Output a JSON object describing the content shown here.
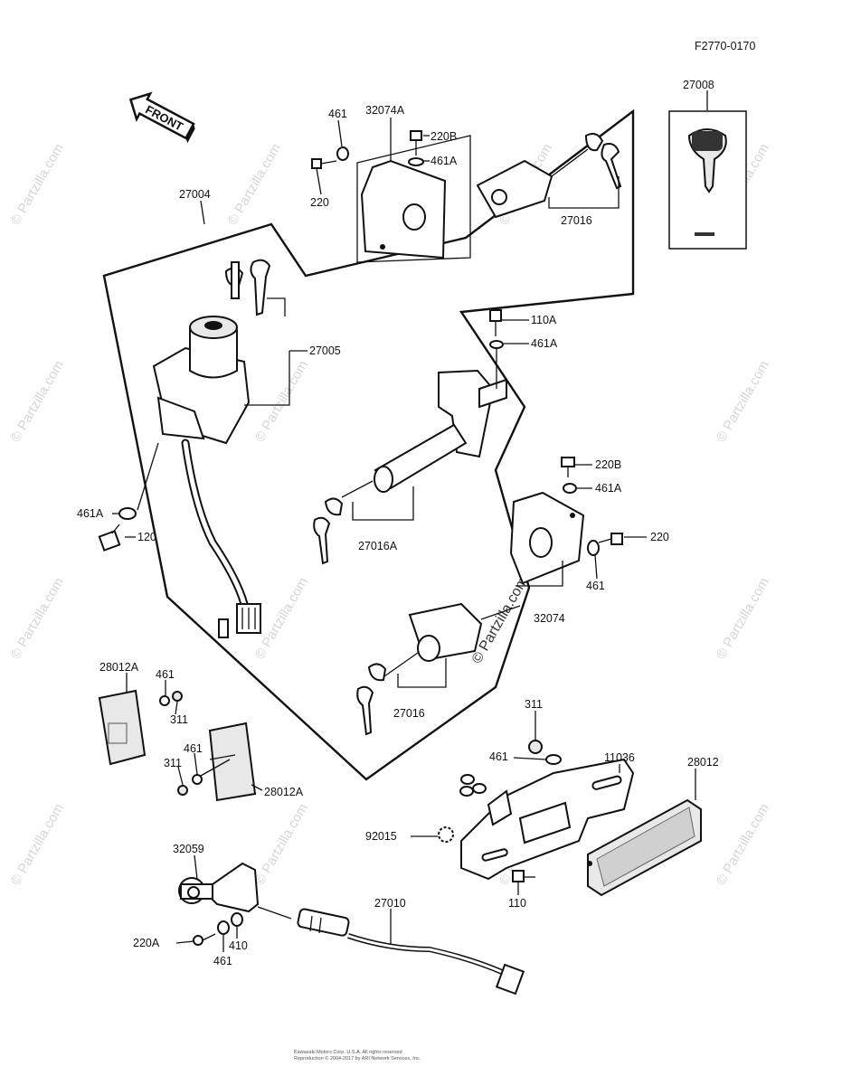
{
  "figure_code": "F2770-0170",
  "front_arrow_label": "FRONT",
  "watermark_text": "© Partzilla.com",
  "footer": {
    "line1": "Kawasaki Motors Corp. U.S.A. All rights reserved",
    "line2": "Reproduction © 2004-2017 by ARI Network Services, Inc."
  },
  "labels": [
    {
      "id": "27008",
      "text": "27008"
    },
    {
      "id": "461-top",
      "text": "461"
    },
    {
      "id": "32074A",
      "text": "32074A"
    },
    {
      "id": "220B-top",
      "text": "220B"
    },
    {
      "id": "461A-top",
      "text": "461A"
    },
    {
      "id": "220-top",
      "text": "220"
    },
    {
      "id": "27016-top",
      "text": "27016"
    },
    {
      "id": "27004",
      "text": "27004"
    },
    {
      "id": "110A",
      "text": "110A"
    },
    {
      "id": "461A-mid",
      "text": "461A"
    },
    {
      "id": "27005",
      "text": "27005"
    },
    {
      "id": "220B-right",
      "text": "220B"
    },
    {
      "id": "461A-right",
      "text": "461A"
    },
    {
      "id": "220-right",
      "text": "220"
    },
    {
      "id": "461A-left",
      "text": "461A"
    },
    {
      "id": "120",
      "text": "120"
    },
    {
      "id": "27016A",
      "text": "27016A"
    },
    {
      "id": "461-right",
      "text": "461"
    },
    {
      "id": "32074",
      "text": "32074"
    },
    {
      "id": "28012A-top",
      "text": "28012A"
    },
    {
      "id": "461-refl1",
      "text": "461"
    },
    {
      "id": "311-refl1",
      "text": "311"
    },
    {
      "id": "461-refl2",
      "text": "461"
    },
    {
      "id": "311-refl2",
      "text": "311"
    },
    {
      "id": "28012A-bot",
      "text": "28012A"
    },
    {
      "id": "27016-bot",
      "text": "27016"
    },
    {
      "id": "311-plate",
      "text": "311"
    },
    {
      "id": "11036",
      "text": "11036"
    },
    {
      "id": "461-plate",
      "text": "461"
    },
    {
      "id": "28012",
      "text": "28012"
    },
    {
      "id": "92015",
      "text": "92015"
    },
    {
      "id": "110",
      "text": "110"
    },
    {
      "id": "32059",
      "text": "32059"
    },
    {
      "id": "27010",
      "text": "27010"
    },
    {
      "id": "220A",
      "text": "220A"
    },
    {
      "id": "410",
      "text": "410"
    },
    {
      "id": "461-bot",
      "text": "461"
    }
  ]
}
